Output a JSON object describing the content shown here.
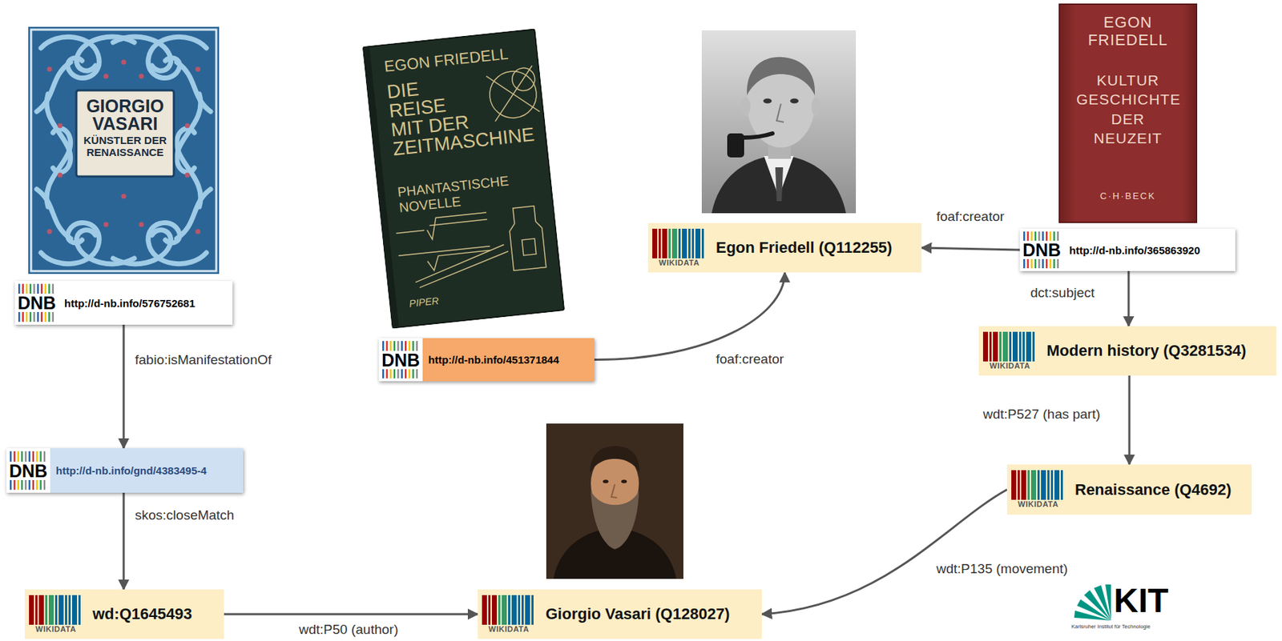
{
  "diagram": {
    "nodes": [
      {
        "text": [
          "WIKIDATA",
          "Egon Friedell (Q112255)"
        ]
      },
      {
        "text": [
          "DNB",
          "http://d-nb.info/365863920"
        ]
      },
      {
        "text": [
          "DNB",
          "http://d-nb.info/576752681"
        ]
      },
      {
        "text": [
          "WIKIDATA",
          "Modern history (Q3281534)"
        ]
      },
      {
        "text": [
          "DNB",
          "http://d-nb.info/451371844"
        ]
      },
      {
        "text": [
          "DNB",
          "http://d-nb.info/gnd/4383495-4"
        ]
      },
      {
        "text": [
          "WIKIDATA",
          "Renaissance (Q4692)"
        ]
      },
      {
        "text": [
          "WIKIDATA",
          "wd:Q1645493"
        ]
      },
      {
        "text": [
          "WIKIDATA",
          "Giorgio Vasari (Q128027)"
        ]
      }
    ],
    "edges": [
      {
        "from": 1,
        "to": 0,
        "label": "foaf:creator",
        "arrow": "to"
      },
      {
        "from": 4,
        "to": 0,
        "label": "foaf:creator",
        "arrow": "to"
      },
      {
        "from": 1,
        "to": 3,
        "label": "dct:subject",
        "arrow": "to"
      },
      {
        "from": 3,
        "to": 6,
        "label": "wdt:P527 (has part)",
        "arrow": "to"
      },
      {
        "from": 6,
        "to": 8,
        "label": "wdt:P135 (movement)",
        "arrow": "to"
      },
      {
        "from": 2,
        "to": 5,
        "label": "fabio:isManifestationOf",
        "arrow": "to"
      },
      {
        "from": 5,
        "to": 7,
        "label": "skos:closeMatch",
        "arrow": "to"
      },
      {
        "from": 7,
        "to": 8,
        "label": "wdt:P50 (author)",
        "arrow": "to"
      }
    ],
    "labels": [
      "GIORGIO VASARI",
      "KÜNSTLER DER RENAISSANCE",
      "EGON FRIEDELL",
      "DIE REISE MIT DER ZEITMASCHINE",
      "PHANTASTISCHE NOVELLE",
      "PIPER",
      "EGON FRIEDELL",
      "KULTUR GESCHICHTE DER NEUZEIT",
      "C·H·BECK",
      "KIT",
      "Karlsruher Institut für Technologie"
    ]
  }
}
